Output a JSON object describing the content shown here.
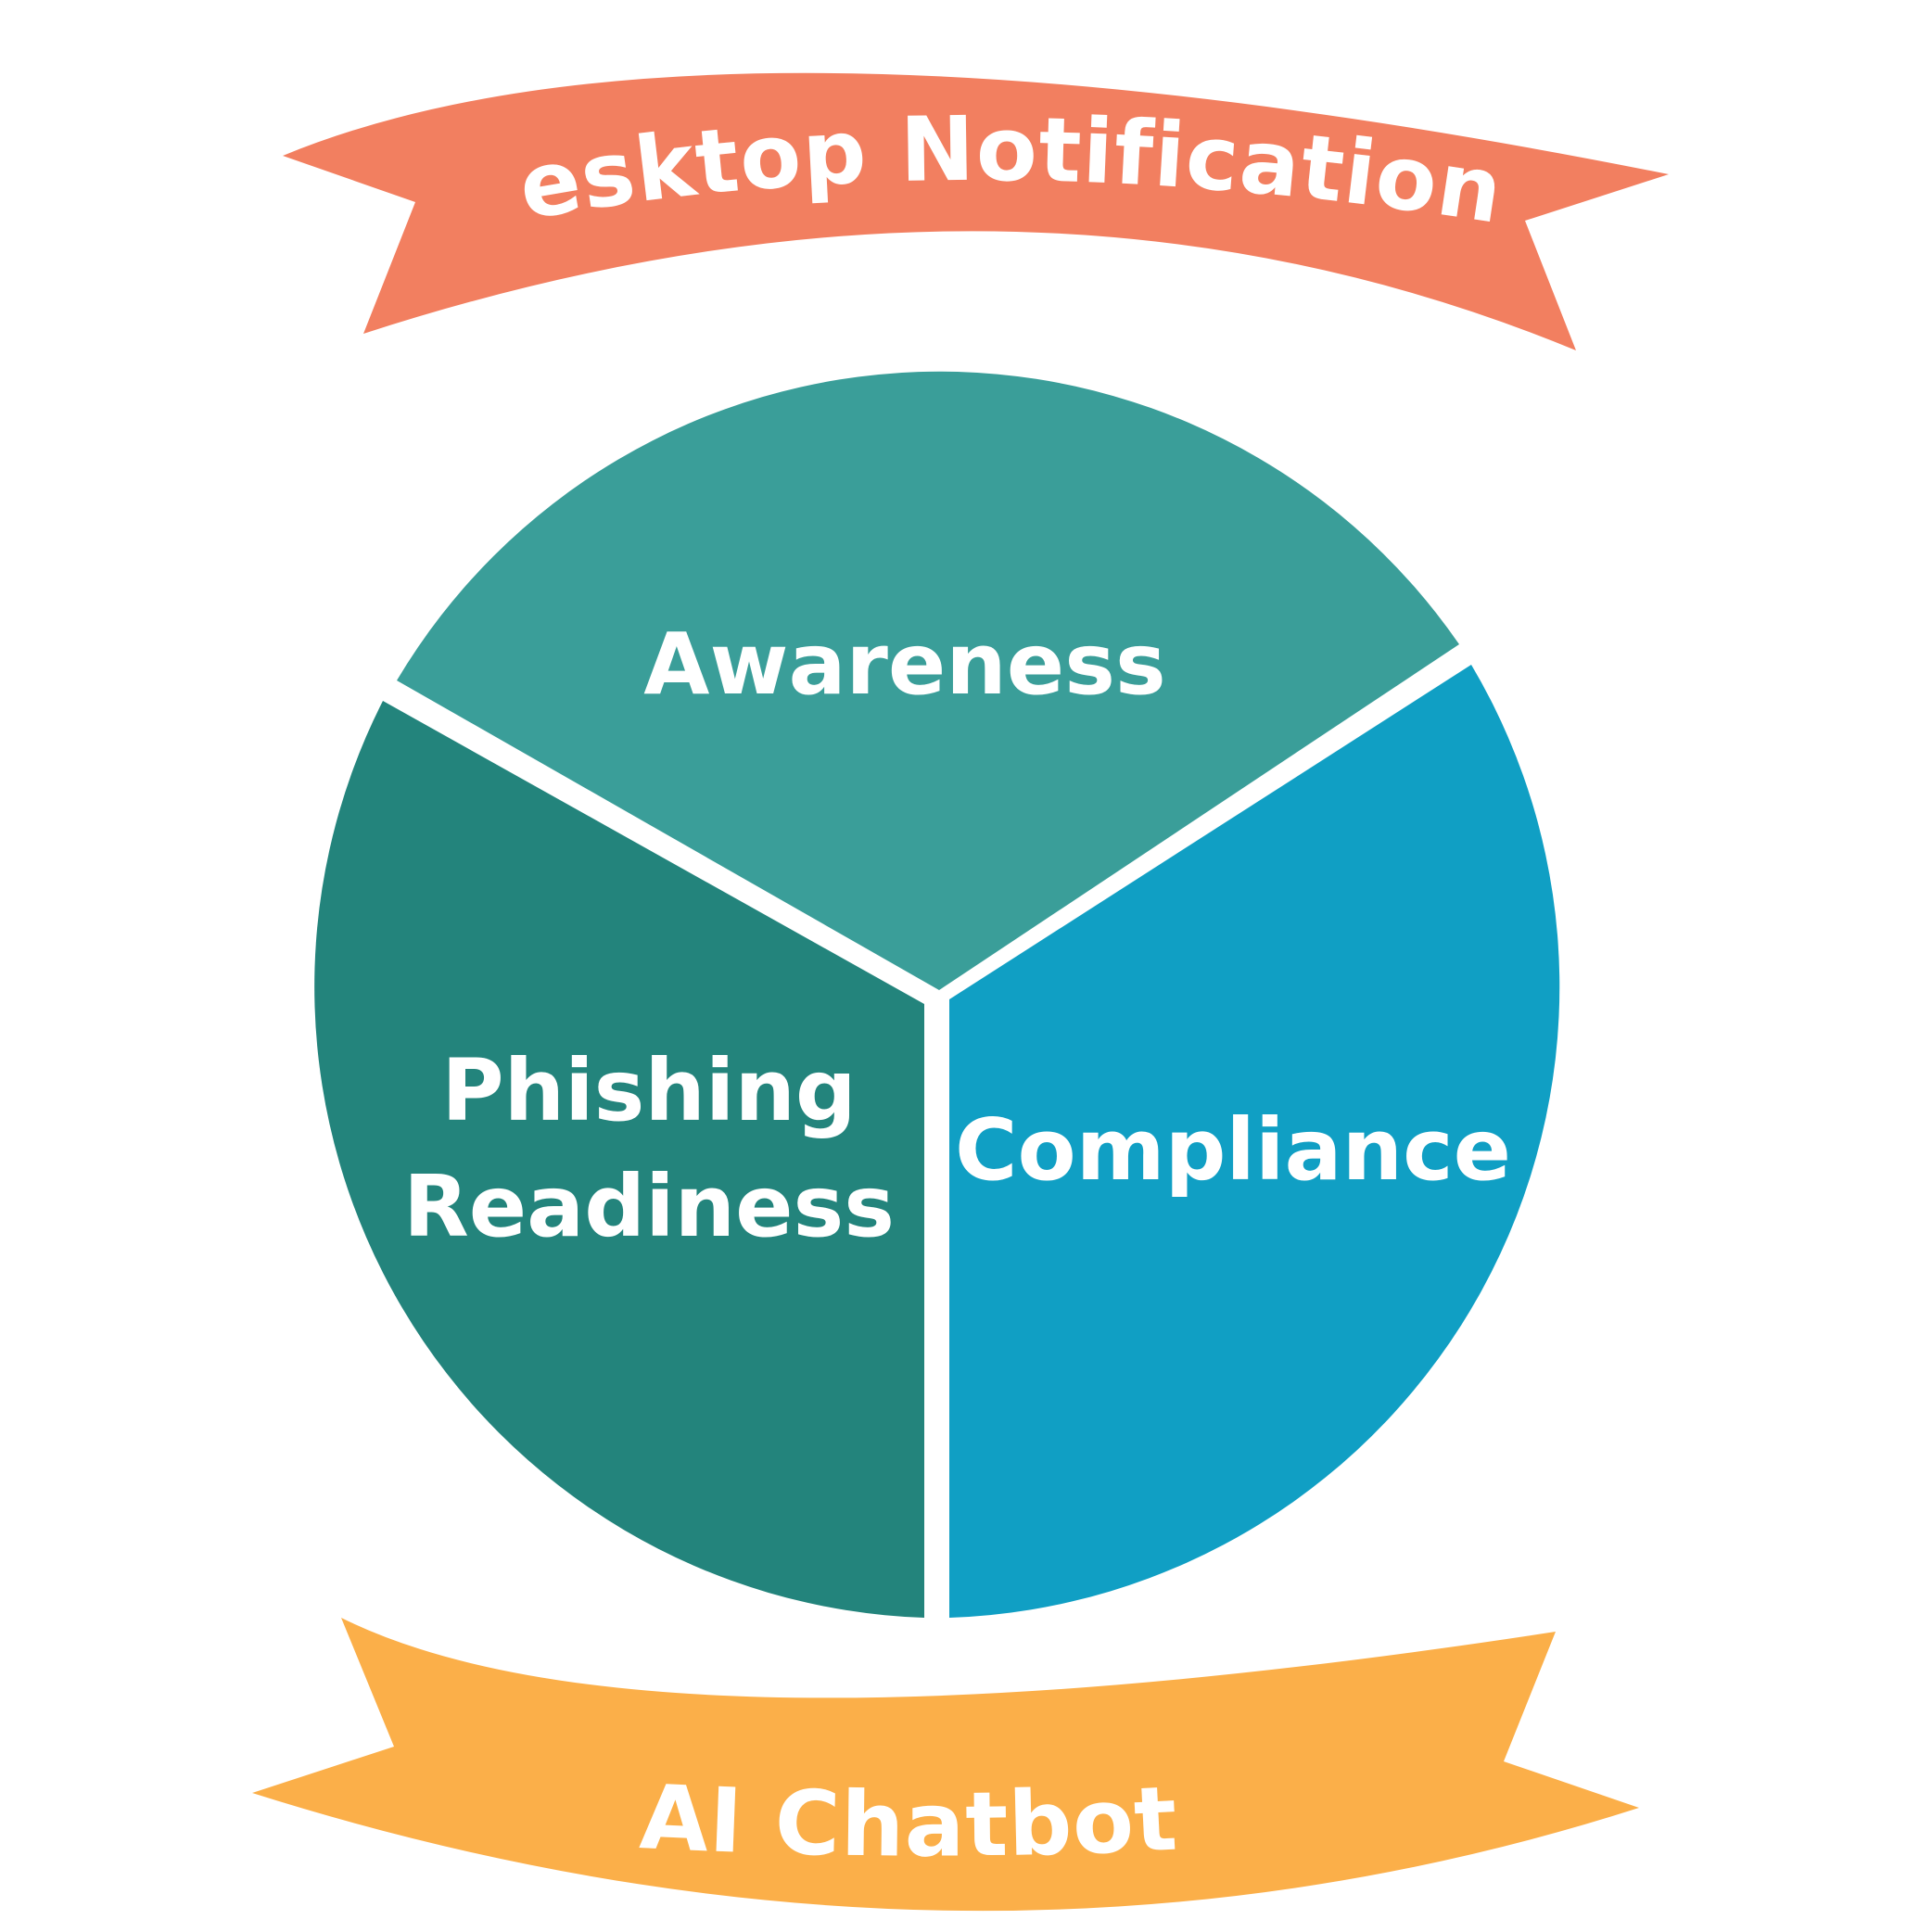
{
  "banners": {
    "top": {
      "label": "Desktop Notifications",
      "color": "#F27F60"
    },
    "bottom": {
      "label": "AI Chatbot",
      "color": "#FBAF49"
    }
  },
  "segments": {
    "awareness": {
      "label": "Awareness",
      "color": "#3A9E99"
    },
    "phishing": {
      "line1": "Phishing",
      "line2": "Readiness",
      "color": "#23847C"
    },
    "compliance": {
      "label": "Compliance",
      "color": "#109FC4"
    }
  },
  "divider_color": "#FFFFFF"
}
